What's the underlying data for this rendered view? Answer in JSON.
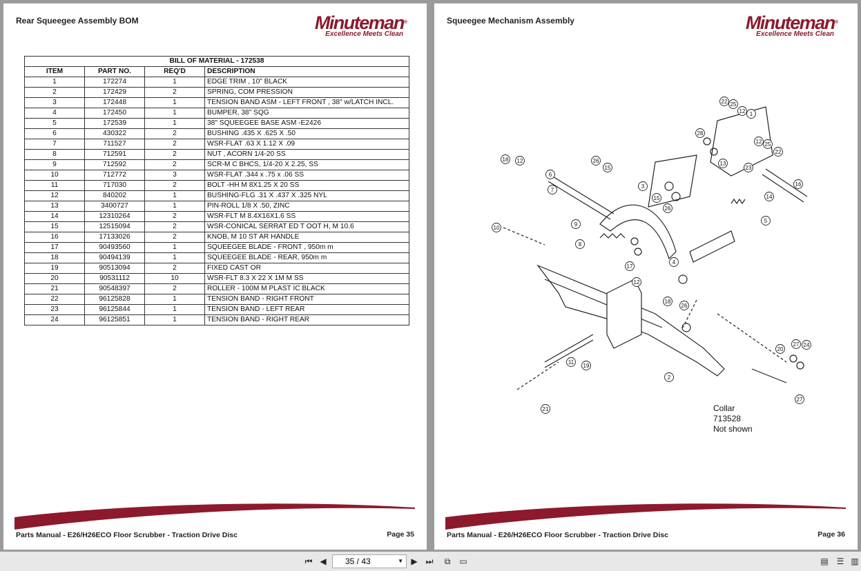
{
  "left_page": {
    "title": "Rear Squeegee Assembly BOM",
    "footer_title": "Parts Manual - E26/H26ECO Floor Scrubber - Traction Drive Disc",
    "page_number": "Page 35"
  },
  "right_page": {
    "title": "Squeegee Mechanism Assembly",
    "footer_title": "Parts Manual - E26/H26ECO Floor Scrubber - Traction Drive Disc",
    "page_number": "Page 36",
    "note_lines": [
      "Collar",
      "713528",
      "Not shown"
    ],
    "callouts": [
      "22",
      "25",
      "12",
      "1",
      "28",
      "13",
      "23",
      "12",
      "25",
      "22",
      "14",
      "16",
      "18",
      "12",
      "6",
      "26",
      "15",
      "3",
      "7",
      "15",
      "26",
      "5",
      "9",
      "17",
      "10",
      "8",
      "12",
      "4",
      "18",
      "26",
      "11",
      "19",
      "20",
      "27",
      "24",
      "27",
      "21",
      "2"
    ]
  },
  "logo": {
    "name": "Minuteman",
    "reg": "®",
    "tagline": "Excellence Meets Clean",
    "color": "#8c1a2c"
  },
  "bom": {
    "title": "BILL OF MATERIAL - 172538",
    "headers": [
      "ITEM",
      "PART NO.",
      "REQ'D",
      "DESCRIPTION"
    ],
    "rows": [
      [
        "1",
        "172274",
        "1",
        "EDGE TRIM , 10\" BLACK"
      ],
      [
        "2",
        "172429",
        "2",
        "SPRING, COM PRESSION"
      ],
      [
        "3",
        "172448",
        "1",
        "TENSION BAND ASM - LEFT FRONT , 38\"    w/LATCH INCL."
      ],
      [
        "4",
        "172450",
        "1",
        "BUMPER, 38\" SQG"
      ],
      [
        "5",
        "172539",
        "1",
        "38\" SQUEEGEE BASE ASM -E2426"
      ],
      [
        "6",
        "430322",
        "2",
        "BUSHING .435 X .625 X .50"
      ],
      [
        "7",
        "711527",
        "2",
        "WSR-FLAT .63 X 1.12 X .09"
      ],
      [
        "8",
        "712591",
        "2",
        "NUT , ACORN 1/4-20 SS"
      ],
      [
        "9",
        "712592",
        "2",
        "SCR-M C BHCS, 1/4-20 X 2.25, SS"
      ],
      [
        "10",
        "712772",
        "3",
        "WSR-FLAT .344 x .75 x .06 SS"
      ],
      [
        "11",
        "717030",
        "2",
        "BOLT -HH M 8X1.25 X 20 SS"
      ],
      [
        "12",
        "840202",
        "1",
        "BUSHING-FLG .31 X .437 X .325 NYL"
      ],
      [
        "13",
        "3400727",
        "1",
        "PIN-ROLL 1/8 X .50, ZINC"
      ],
      [
        "14",
        "12310264",
        "2",
        "WSR-FLT M 8.4X16X1.6  SS"
      ],
      [
        "15",
        "12515094",
        "2",
        "WSR-CONICAL SERRAT ED T OOT H, M 10.6"
      ],
      [
        "16",
        "17133026",
        "2",
        "KNOB, M 10 ST AR HANDLE"
      ],
      [
        "17",
        "90493560",
        "1",
        "SQUEEGEE BLADE - FRONT , 950m m"
      ],
      [
        "18",
        "90494139",
        "1",
        "SQUEEGEE BLADE - REAR, 950m m"
      ],
      [
        "19",
        "90513094",
        "2",
        "FIXED CAST OR"
      ],
      [
        "20",
        "90531112",
        "10",
        "WSR-FLT 8.3 X 22 X 1M M SS"
      ],
      [
        "21",
        "90548397",
        "2",
        "ROLLER - 100M M PLAST IC BLACK"
      ],
      [
        "22",
        "96125828",
        "1",
        "TENSION BAND - RIGHT FRONT"
      ],
      [
        "23",
        "96125844",
        "1",
        "TENSION BAND - LEFT REAR"
      ],
      [
        "24",
        "96125851",
        "1",
        "TENSION BAND - RIGHT REAR"
      ]
    ]
  },
  "toolbar": {
    "page_indicator": "35 / 43",
    "icons": [
      "first-page-icon",
      "prev-page-icon",
      "next-page-icon",
      "last-page-icon",
      "fit-page-icon",
      "fit-width-icon",
      "single-page-view-icon",
      "continuous-view-icon",
      "two-page-view-icon"
    ]
  }
}
